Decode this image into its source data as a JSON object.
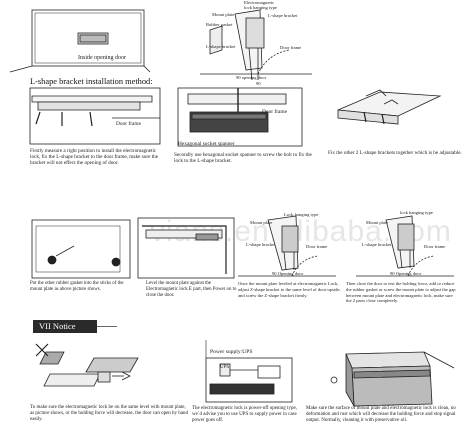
{
  "watermark": "vians.en.alibaba.com",
  "top": {
    "inside_label": "Inside opening door",
    "labels": [
      "Electromagnetic",
      "lock hanging type",
      "Mount plate",
      "L-shape bracket",
      "Rubber gasket",
      "L-shape bracket",
      "Door frame",
      "90 opening door",
      "90"
    ]
  },
  "section_title": "L-shape bracket installation method:",
  "step1": {
    "label": "Door frame",
    "caption": "Firstly measure a right  position to install the electromagnetic lock, fix the L-shape bracket to the door frame, make sure the bracket will not effect the opening of door."
  },
  "step2": {
    "label_frame": "Door frame",
    "label_spanner": "Hexagonal socket spanner",
    "caption": "Secondly use hexagonal socket spanner to screw the bolt  to fix the lock to the L-shape bracket."
  },
  "step3": {
    "caption": "Fix the other 2 L-shape brackets together which is be adjustable."
  },
  "row2": {
    "caption1": "Put the other rubber gasket into the sticks of the mount plate as above picture shows.",
    "caption2": "Level the mount plate against the Electromagnetic lock E part, then Power on to close the door.",
    "caption3": "Once the mount plate leveled at electromagnetic Lock, adjust Z-shape bracket to the same level of door upside, and screw the  Z-shape bracket firmly.",
    "caption4": "Then close the door to test the holding force, add or reduce the rubber gasket or screw the mount plate to adjust the gap between mount plate and electromagnetic lock, make sure the 2 parts close completely.",
    "labels3": [
      "Lock hanging type",
      "Mount plate",
      "L-shape bracket",
      "Door frame",
      "90 Opening door"
    ],
    "labels4": [
      "lock hanging type",
      "Mount plate",
      "L-shape bracket",
      "Door frame",
      "90 Opening door"
    ]
  },
  "notice": {
    "title": "VII  Notice",
    "power_label": "Power supply:UPS",
    "ups": "UPS",
    "caption1": "To make sure the electromagnetic lock be on the same level with mount plate, as picture shows, or the holding force will decrease, the door can open by hand easily.",
    "caption2": "The electromagnetic lock is power-off opening type, we`d advise you to use UPS to supply power in case power goes off.",
    "caption3": "Make sure the surface of mount plate and electromagnetic lock is clean, no deformation and rust which will decrease the holding force and stop signal output. Normally, cleaning it with preservative oil."
  }
}
